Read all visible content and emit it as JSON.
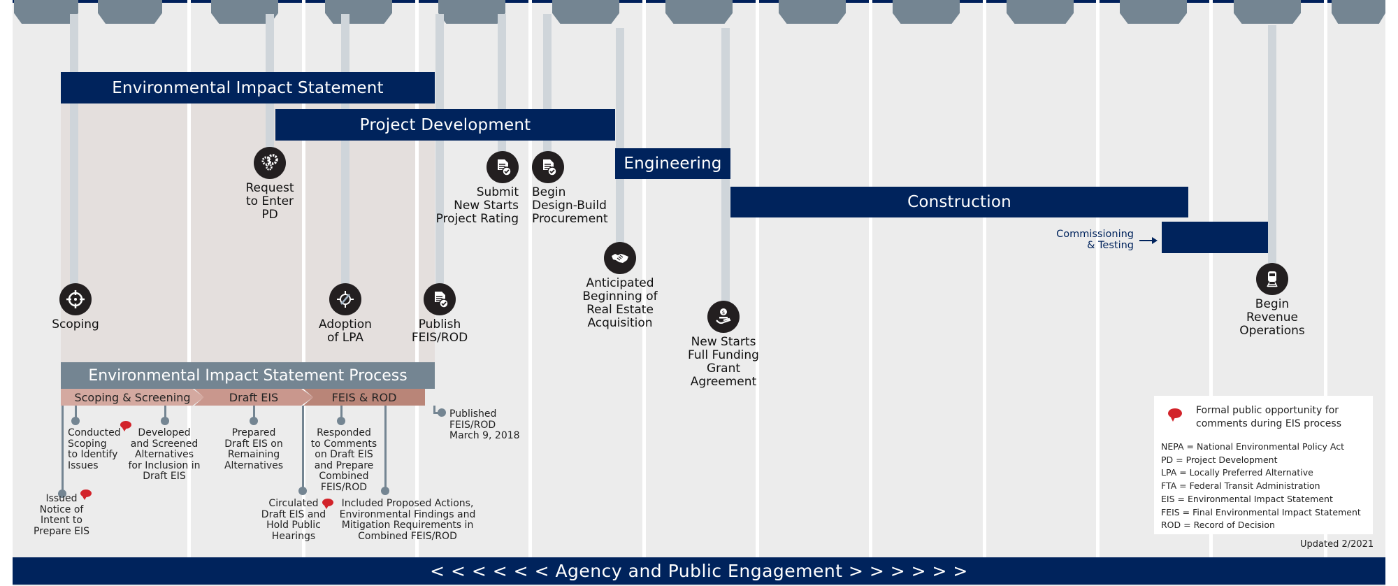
{
  "colors": {
    "navy": "#00235c",
    "slate": "#748592",
    "background": "#ececec",
    "eis_shade": "#e4dfdd",
    "stem": "#cfd5da",
    "comment_red": "#d2232a",
    "phase_1": "#d4a9a0",
    "phase_2": "#c9978d",
    "phase_3": "#b98578"
  },
  "phase_bars": {
    "eis": "Environmental Impact Statement",
    "project_development": "Project Development",
    "engineering": "Engineering",
    "construction": "Construction",
    "commissioning_label_line1": "Commissioning",
    "commissioning_label_line2": "& Testing"
  },
  "milestones": [
    {
      "id": "scoping",
      "icon": "crosshair-icon",
      "lines": [
        "Scoping"
      ]
    },
    {
      "id": "request-pd",
      "icon": "gears-icon",
      "lines": [
        "Request",
        "to Enter",
        "PD"
      ]
    },
    {
      "id": "adoption-lpa",
      "icon": "compass-icon",
      "lines": [
        "Adoption",
        "of LPA"
      ]
    },
    {
      "id": "publish-feis",
      "icon": "document-check-icon",
      "lines": [
        "Publish",
        "FEIS/ROD"
      ]
    },
    {
      "id": "submit-new-starts",
      "icon": "document-check-icon",
      "lines": [
        "Submit",
        "New Starts",
        "Project Rating"
      ]
    },
    {
      "id": "begin-design-build",
      "icon": "document-check-icon",
      "lines": [
        "Begin",
        "Design-Build",
        "Procurement"
      ]
    },
    {
      "id": "real-estate",
      "icon": "handshake-icon",
      "lines": [
        "Anticipated",
        "Beginning of",
        "Real Estate",
        "Acquisition"
      ]
    },
    {
      "id": "ffga",
      "icon": "money-hand-icon",
      "lines": [
        "New Starts",
        "Full Funding",
        "Grant",
        "Agreement"
      ]
    },
    {
      "id": "revenue-ops",
      "icon": "train-icon",
      "lines": [
        "Begin",
        "Revenue",
        "Operations"
      ]
    }
  ],
  "eis_process": {
    "title": "Environmental Impact Statement Process",
    "phases": [
      "Scoping & Screening",
      "Draft EIS",
      "FEIS & ROD"
    ],
    "steps": [
      {
        "id": "issued-noi",
        "lines": [
          "Issued",
          "Notice of",
          "Intent to",
          "Prepare EIS"
        ],
        "comment": true
      },
      {
        "id": "conducted-scoping",
        "lines": [
          "Conducted",
          "Scoping",
          "to Identify",
          "Issues"
        ],
        "comment": true
      },
      {
        "id": "developed-alternatives",
        "lines": [
          "Developed",
          "and Screened",
          "Alternatives",
          "for Inclusion in",
          "Draft EIS"
        ],
        "comment": false
      },
      {
        "id": "prepared-draft-eis",
        "lines": [
          "Prepared",
          "Draft EIS on",
          "Remaining",
          "Alternatives"
        ],
        "comment": false
      },
      {
        "id": "circulated-draft",
        "lines": [
          "Circulated",
          "Draft EIS and",
          "Hold Public",
          "Hearings"
        ],
        "comment": true
      },
      {
        "id": "responded-comments",
        "lines": [
          "Responded",
          "to Comments",
          "on Draft EIS",
          "and Prepare",
          "Combined",
          "FEIS/ROD"
        ],
        "comment": false
      },
      {
        "id": "included-actions",
        "lines": [
          "Included Proposed Actions,",
          "Environmental Findings and",
          "Mitigation Requirements in",
          "Combined FEIS/ROD"
        ],
        "comment": false
      },
      {
        "id": "published-feis",
        "lines": [
          "Published",
          "FEIS/ROD",
          "March 9, 2018"
        ],
        "comment": false
      }
    ]
  },
  "legend": {
    "comment_text_line1": "Formal public opportunity for",
    "comment_text_line2": "comments during EIS process",
    "abbreviations": [
      "NEPA = National Environmental Policy Act",
      "PD = Project Development",
      "LPA = Locally Preferred Alternative",
      "FTA = Federal Transit Administration",
      "EIS = Environmental Impact Statement",
      "FEIS = Final Environmental Impact Statement",
      "ROD = Record of Decision"
    ]
  },
  "updated": "Updated 2/2021",
  "footer": "< < < < < < Agency and Public Engagement > > > > > >"
}
